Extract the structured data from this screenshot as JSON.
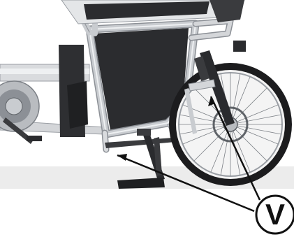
{
  "callout": {
    "label": "V"
  },
  "colors": {
    "frame": "#c9ccd0",
    "frame_edge": "#8c9096",
    "panel": "#2b2c2f",
    "tire": "#1c1c1e",
    "ground": "#ececec",
    "leader": "#111111"
  },
  "parts": [
    "cargo-box",
    "box-frame",
    "front-wheel",
    "fork",
    "kickstand",
    "rear-hub",
    "callout-v"
  ]
}
